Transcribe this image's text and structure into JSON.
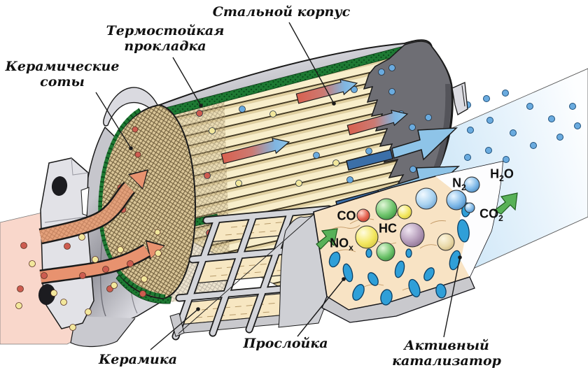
{
  "diagram": {
    "labels": {
      "steel_body": "Стальной корпус",
      "gasket_line1": "Термостойкая",
      "gasket_line2": "прокладка",
      "honeycomb_line1": "Керамические",
      "honeycomb_line2": "соты",
      "ceramic": "Керамика",
      "interlayer": "Прослойка",
      "catalyst_line1": "Активный",
      "catalyst_line2": "катализатор"
    },
    "molecules": {
      "co": {
        "base": "CO",
        "sub": ""
      },
      "nox": {
        "base": "NO",
        "sub": "x"
      },
      "hc": {
        "base": "HC",
        "sub": ""
      },
      "n2": {
        "base": "N",
        "sub": "2"
      },
      "h2o": {
        "pre": "H",
        "sub": "2",
        "post": "O"
      },
      "co2": {
        "base": "CO",
        "sub": "2"
      }
    },
    "colors": {
      "steel": "#c9c9cf",
      "steel_dark": "#6e6e74",
      "gasket_green": "#1f7a33",
      "ceramic_cream": "#f7ecca",
      "hot_arrow": "#e8926f",
      "cold_arrow": "#8ec4e8",
      "cold_arrow_dark": "#3b6fa8",
      "inlet_stream": "#f9d7cb",
      "outlet_stream": "#d8ecfa",
      "catalyst_blue": "#2f9fd8",
      "inset_bg": "#f8e3c4",
      "green_arrow": "#58b158"
    }
  }
}
